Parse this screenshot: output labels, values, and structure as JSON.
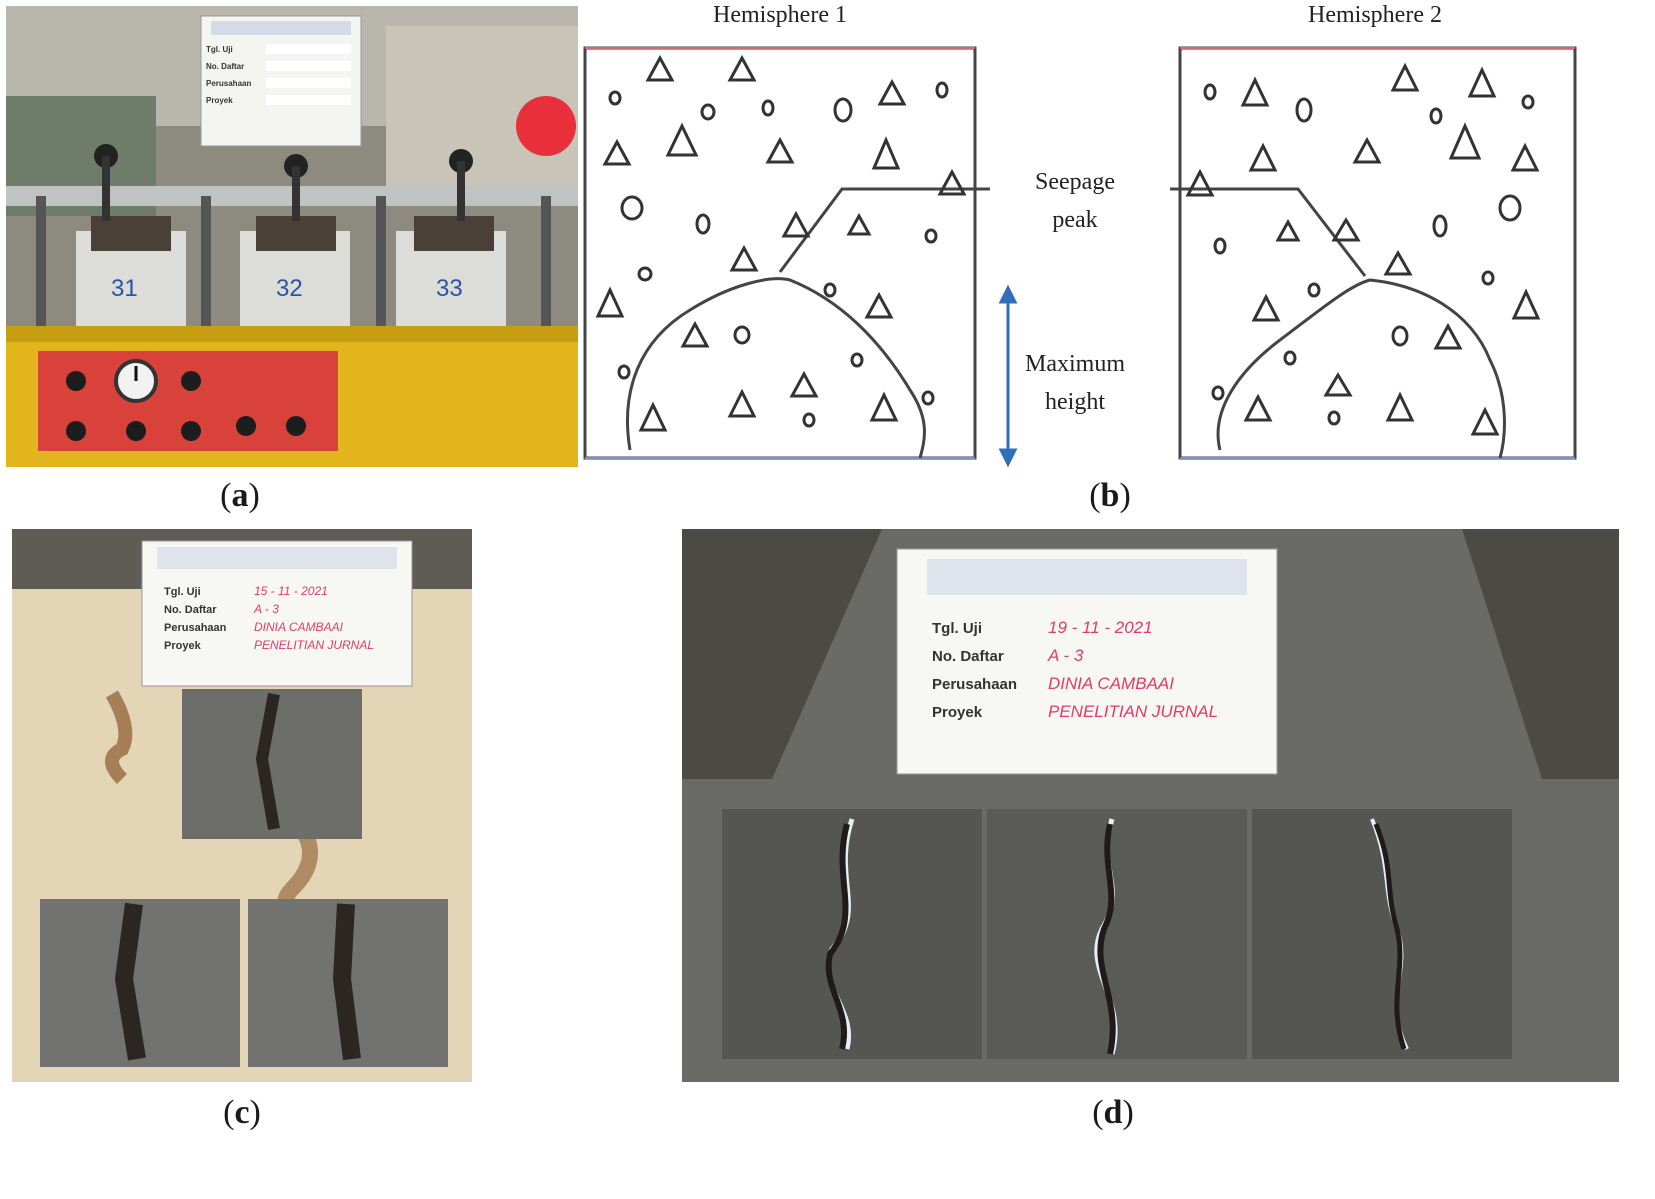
{
  "figure": {
    "panels": [
      {
        "id": "a",
        "caption": "a",
        "description_kind": "photo"
      },
      {
        "id": "b",
        "caption": "b",
        "description_kind": "diagram"
      },
      {
        "id": "c",
        "caption": "c",
        "description_kind": "photo"
      },
      {
        "id": "d",
        "caption": "d",
        "description_kind": "photo"
      }
    ],
    "diagram": {
      "hemisphere_1_title": "Hemisphere 1",
      "hemisphere_2_title": "Hemisphere 2",
      "seepage_peak_line1": "Seepage",
      "seepage_peak_line2": "peak",
      "max_height_line1": "Maximum",
      "max_height_line2": "height"
    },
    "specimen_card_a": {
      "row1_label": "Tgl. Uji",
      "row2_label": "No. Daftar",
      "row3_label": "Perusahaan",
      "row4_label": "Proyek"
    },
    "specimen_card_c": {
      "row1_label": "Tgl. Uji",
      "row1_value": "15 - 11 - 2021",
      "row2_label": "No. Daftar",
      "row2_value": "A - 3",
      "row3_label": "Perusahaan",
      "row3_value": "DINIA CAMBAAI",
      "row4_label": "Proyek",
      "row4_value": "PENELITIAN JURNAL"
    },
    "specimen_card_d": {
      "row1_label": "Tgl. Uji",
      "row1_value": "19 - 11 - 2021",
      "row2_label": "No. Daftar",
      "row2_value": "A - 3",
      "row3_label": "Perusahaan",
      "row3_value": "DINIA CAMBAAI",
      "row4_label": "Proyek",
      "row4_value": "PENELITIAN JURNAL"
    },
    "specimen_markings": {
      "cube_1": "31",
      "cube_2": "32",
      "cube_3": "33"
    },
    "colors": {
      "arrow_blue": "#2f6fba",
      "frame_yellow": "#e2b51c",
      "panel_red": "#d8423a",
      "card_ink": "#e43a6b"
    }
  }
}
